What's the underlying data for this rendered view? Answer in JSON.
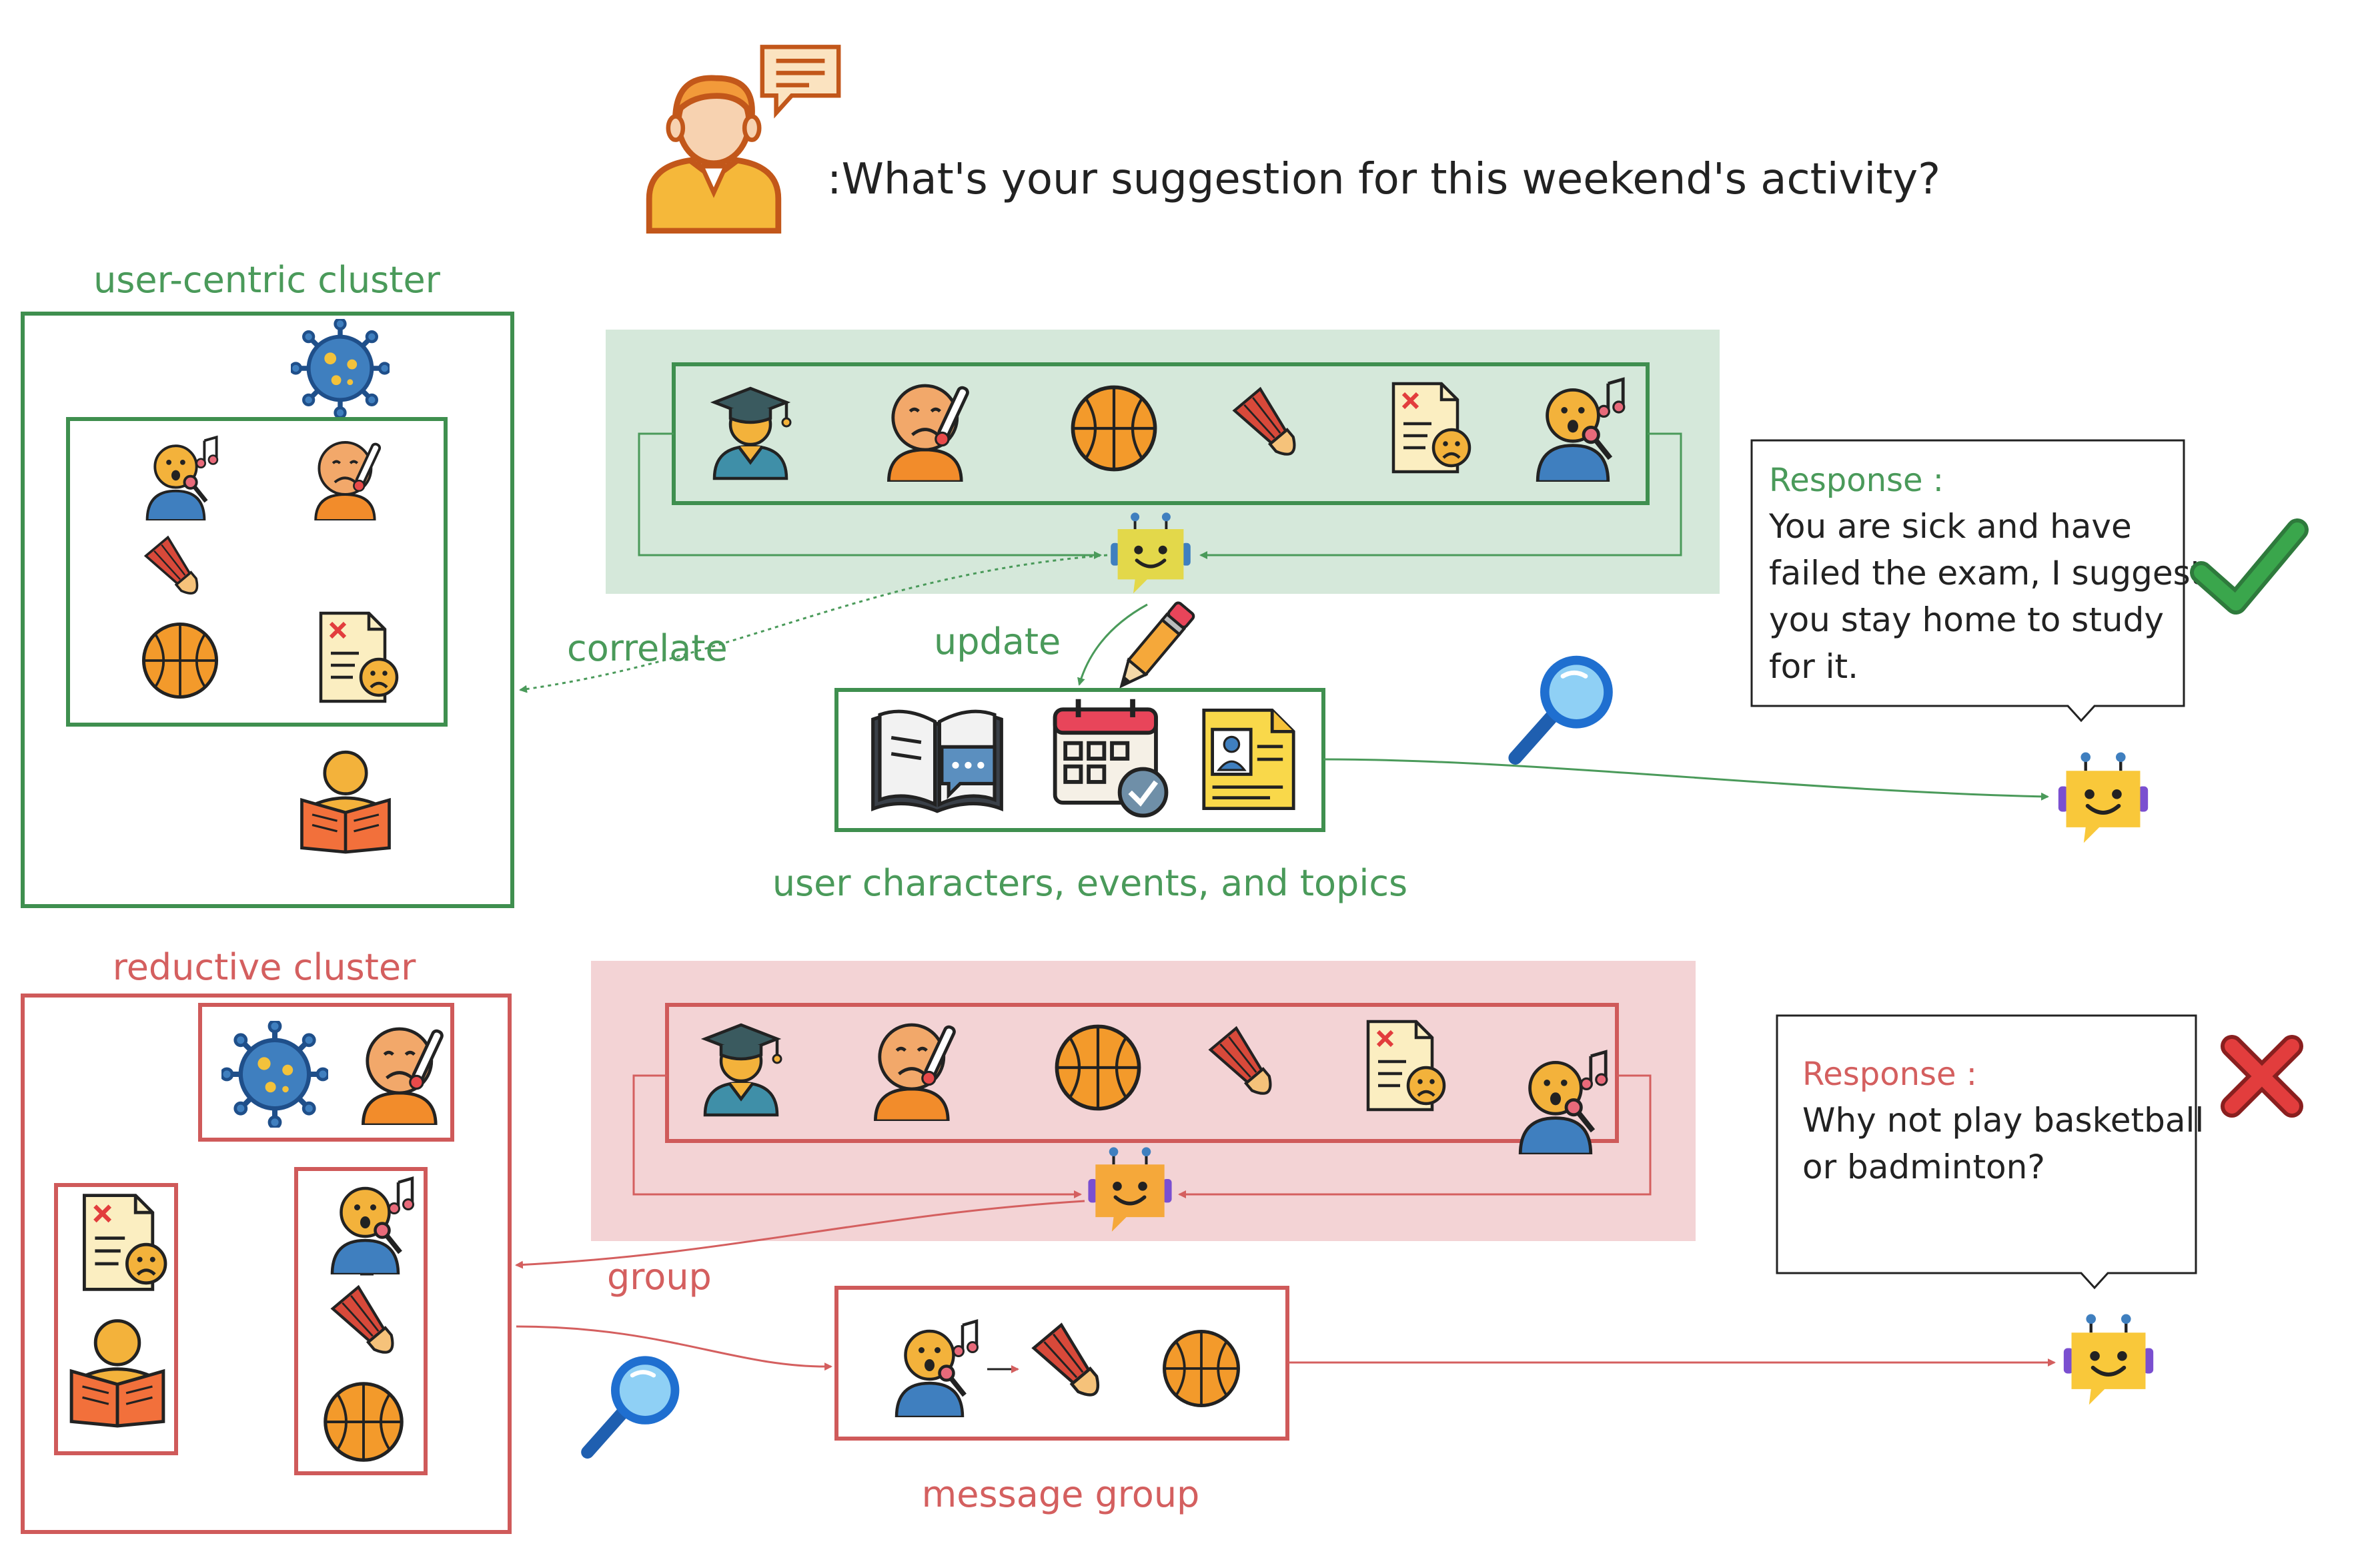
{
  "question": ":What's your suggestion for this weekend's activity?",
  "top": {
    "cluster_title": "user-centric cluster",
    "correlate_label": "correlate",
    "update_label": "update",
    "store_caption": "user characters, events, and topics",
    "response_header": "Response :",
    "response_lines": [
      "You are sick and have",
      "failed the exam, I suggest",
      "you stay home to study",
      "for it."
    ]
  },
  "bottom": {
    "cluster_title": "reductive cluster",
    "group_label": "group",
    "store_caption": "message group",
    "response_header": "Response :",
    "response_lines": [
      "Why not play basketball",
      "or badminton?"
    ]
  },
  "colors": {
    "green": "#4a9a5a",
    "green_box": "#3f8f4f",
    "green_fill": "#d5e8da",
    "red": "#d45f5f",
    "red_box": "#cf5a5a",
    "red_fill": "#f3d3d5",
    "check": "#3aa64c",
    "cross": "#e23d3d"
  },
  "icons": {
    "user": "user-avatar-icon",
    "bot": "chatbot-icon",
    "graduate": "graduate-icon",
    "sick": "sick-person-icon",
    "basketball": "basketball-icon",
    "shuttlecock": "shuttlecock-icon",
    "exam": "failed-exam-icon",
    "singer": "singer-icon",
    "virus": "virus-icon",
    "reader": "reader-icon",
    "book": "chat-book-icon",
    "calendar": "calendar-icon",
    "profile": "profile-card-icon",
    "search": "magnifier-icon",
    "pencil": "pencil-icon"
  }
}
